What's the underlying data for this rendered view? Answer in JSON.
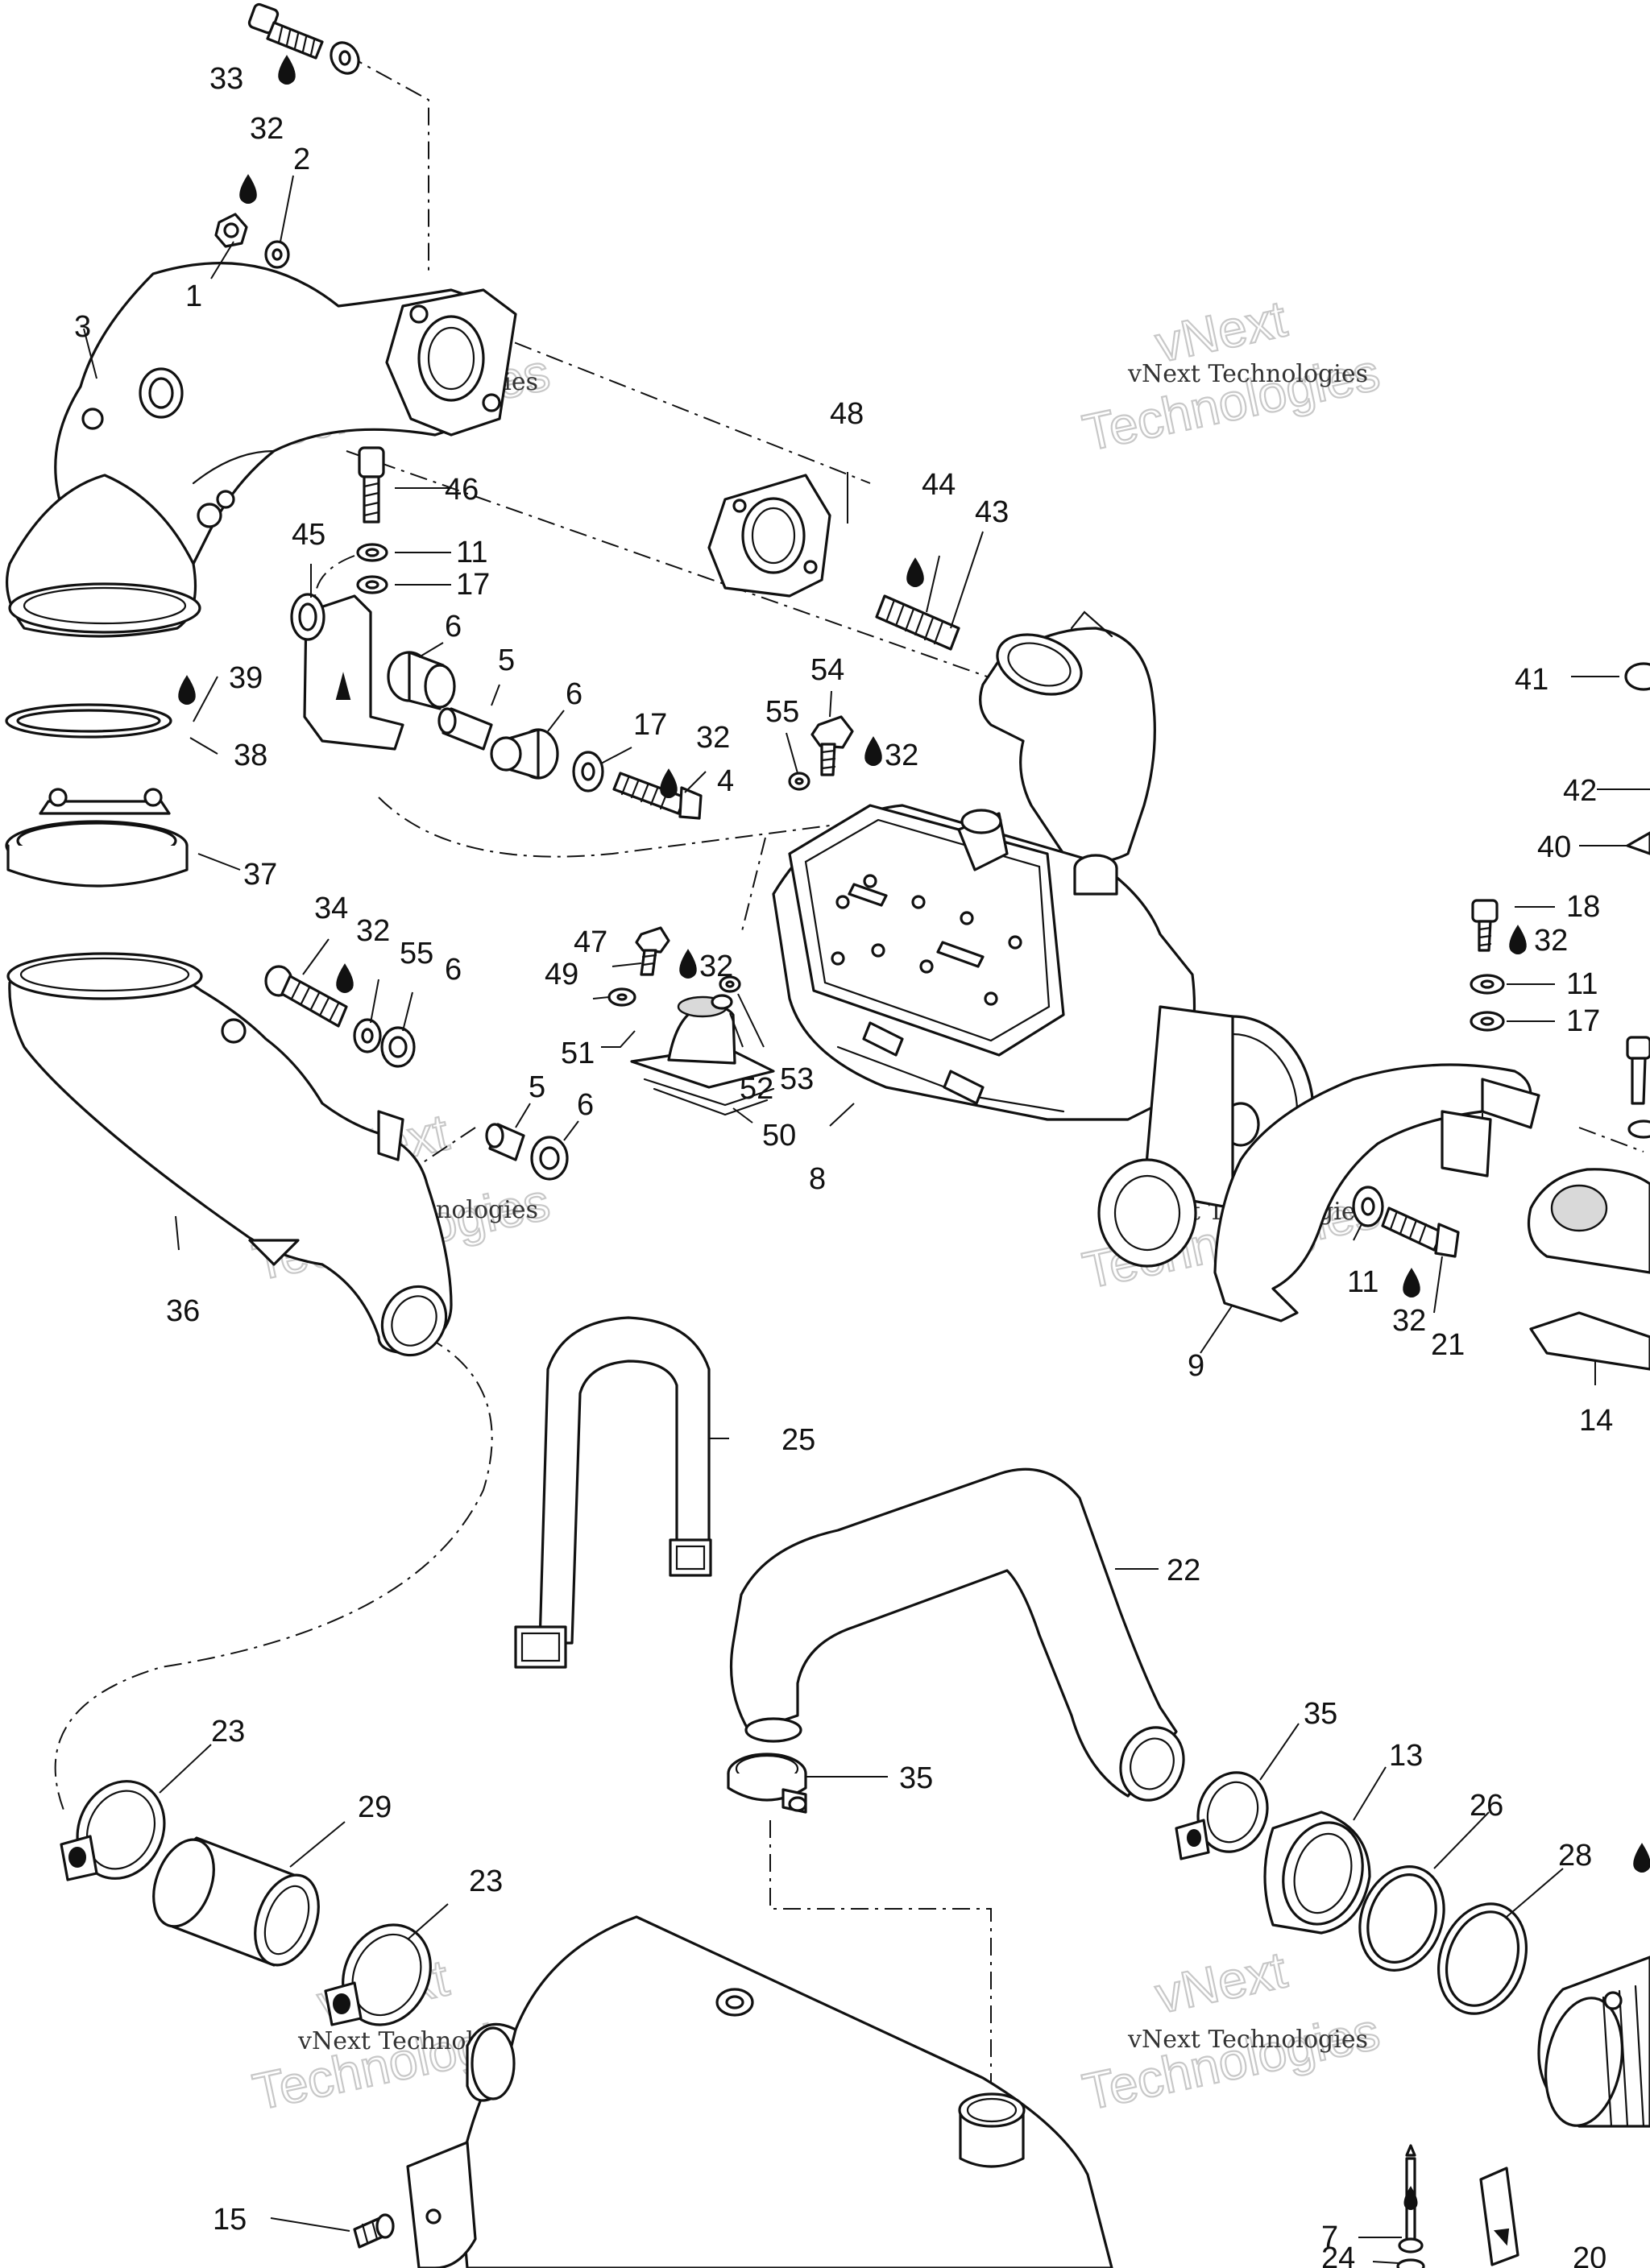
{
  "watermark": {
    "brand_line": "vNext Technologies",
    "big_top": "vNext",
    "big_bottom": "Technologies"
  },
  "callouts": {
    "c1": "1",
    "c2": "2",
    "c3": "3",
    "c4": "4",
    "c5a": "5",
    "c5b": "5",
    "c6a": "6",
    "c6b": "6",
    "c6c": "6",
    "c6d": "6",
    "c7": "7",
    "c8": "8",
    "c9": "9",
    "c11a": "11",
    "c11b": "11",
    "c11c": "11",
    "c13": "13",
    "c14": "14",
    "c15": "15",
    "c17a": "17",
    "c17b": "17",
    "c17c": "17",
    "c18": "18",
    "c20": "20",
    "c21": "21",
    "c22": "22",
    "c23a": "23",
    "c23b": "23",
    "c24": "24",
    "c25": "25",
    "c26": "26",
    "c28": "28",
    "c29": "29",
    "c32a": "32",
    "c32b": "32",
    "c32c": "32",
    "c32d": "32",
    "c32e": "32",
    "c32f": "32",
    "c32g": "32",
    "c33": "33",
    "c34": "34",
    "c35a": "35",
    "c35b": "35",
    "c36": "36",
    "c37": "37",
    "c38": "38",
    "c39": "39",
    "c40": "40",
    "c41": "41",
    "c42": "42",
    "c43": "43",
    "c44": "44",
    "c45": "45",
    "c46": "46",
    "c47": "47",
    "c48": "48",
    "c49": "49",
    "c50": "50",
    "c51": "51",
    "c52": "52",
    "c53": "53",
    "c54": "54",
    "c55a": "55",
    "c55b": "55"
  }
}
